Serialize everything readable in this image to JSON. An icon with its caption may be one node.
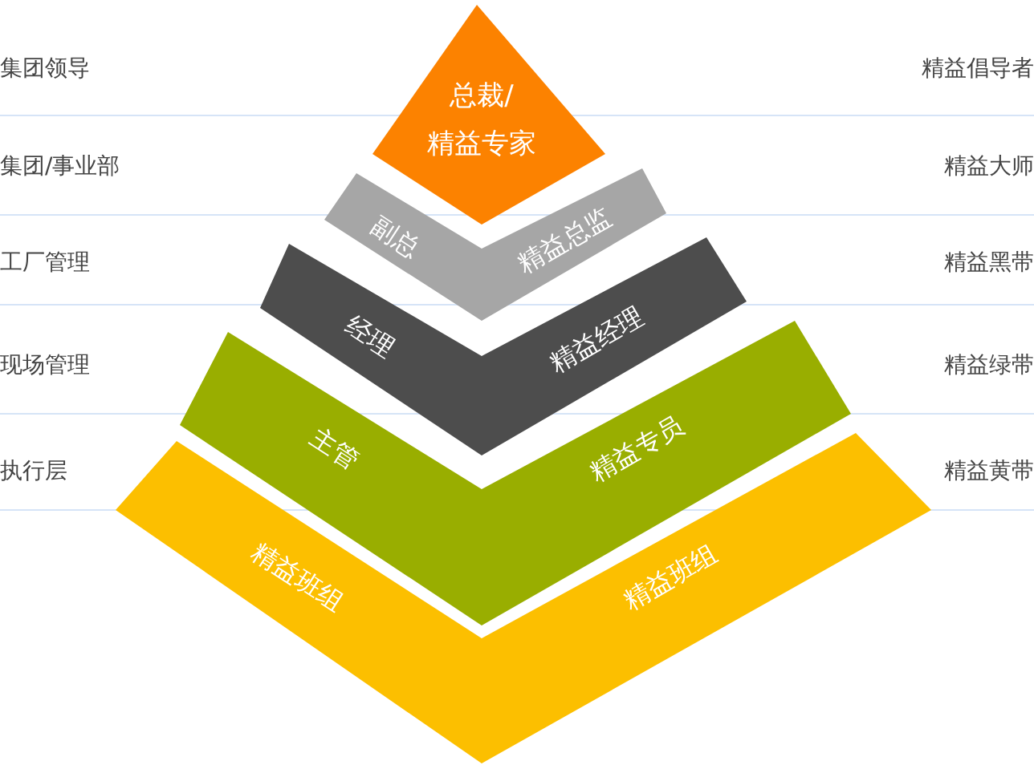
{
  "diagram": {
    "nodes": [
      {
        "text": [
          "总裁/精益专家"
        ]
      },
      {
        "text": [
          "副总",
          "精益总监"
        ]
      },
      {
        "text": [
          "经理",
          "精益经理"
        ]
      },
      {
        "text": [
          "主管",
          "精益专员"
        ]
      },
      {
        "text": [
          "精益班组",
          "精益班组"
        ]
      }
    ],
    "labels": [
      "集团领导",
      "精益倡导者",
      "集团/事业部",
      "精益大师",
      "工厂管理",
      "精益黑带",
      "现场管理",
      "精益绿带",
      "执行层",
      "精益黄带"
    ]
  }
}
